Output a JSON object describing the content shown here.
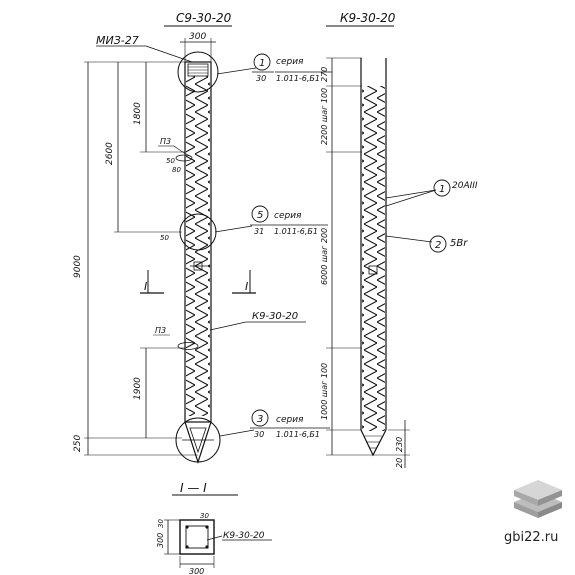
{
  "titles": {
    "left": "С9-30-20",
    "right": "К9-30-20"
  },
  "labels": {
    "mz": "МИЗ-27",
    "top_width": "300",
    "p3": "П3",
    "p3_lower": "П3",
    "dim_50": "50",
    "dim_50b": "50",
    "dim_80": "80",
    "section_mark": "I",
    "k9_callout": "К9-30-20",
    "section_caption": "I — I",
    "sec_k9": "К9-30-20",
    "sec_300_h": "300",
    "sec_300_v": "300",
    "sec_30": "30",
    "sec_30b": "30"
  },
  "left_dims": {
    "d1800": "1800",
    "d2600": "2600",
    "d9000": "9000",
    "d1900": "1900",
    "d250": "250"
  },
  "right_dims": {
    "d270": "270",
    "d2200": "2200 шаг 100",
    "d6000": "6000 шаг 200",
    "d1000": "1000 шаг 100",
    "d230": "230",
    "d20": "20"
  },
  "callouts": {
    "c1": {
      "num": "1",
      "den": "30",
      "seria": "серия",
      "code": "1.011-6,Б1"
    },
    "c5": {
      "num": "5",
      "den": "31",
      "seria": "серия",
      "code": "1.011-6,Б1"
    },
    "c3": {
      "num": "3",
      "den": "30",
      "seria": "серия",
      "code": "1.011-6,Б1"
    }
  },
  "positions": {
    "p1": {
      "num": "1",
      "label": "20АIII"
    },
    "p2": {
      "num": "2",
      "label": "5Вr"
    }
  },
  "watermark": "gbi22.ru"
}
